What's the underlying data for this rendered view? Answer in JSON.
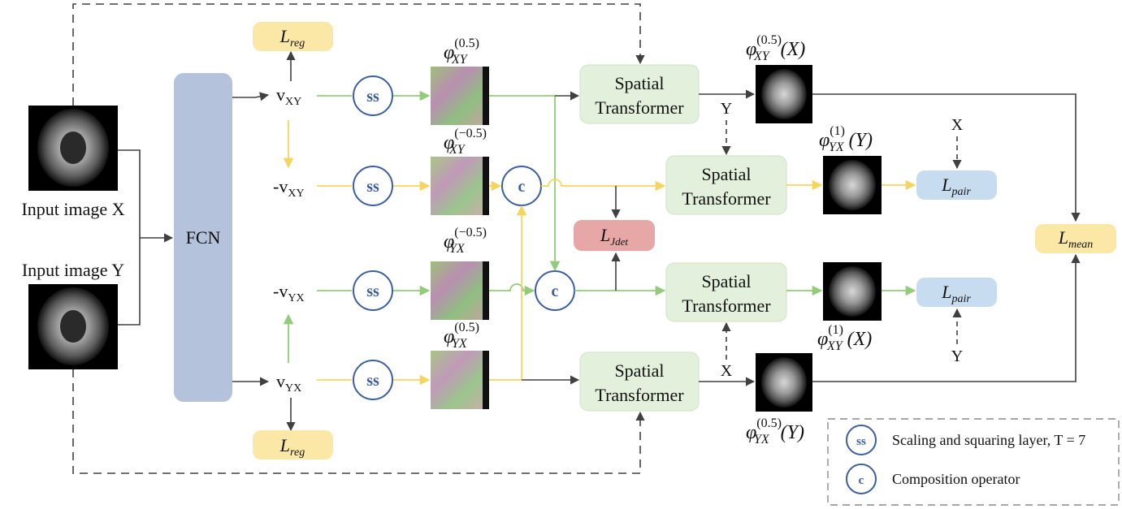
{
  "inputs": {
    "x_label": "Input image X",
    "y_label": "Input image Y"
  },
  "fcn_label": "FCN",
  "velocity": {
    "vxy": "v",
    "vxy_sub": "XY",
    "neg_vxy": "-v",
    "neg_vxy_sub": "XY",
    "neg_vyx": "-v",
    "neg_vyx_sub": "YX",
    "vyx": "v",
    "vyx_sub": "YX"
  },
  "ss_label": "ss",
  "c_label": "c",
  "losses": {
    "reg_top": "L",
    "reg_top_sub": "reg",
    "reg_bottom": "L",
    "reg_bottom_sub": "reg",
    "jdet": "L",
    "jdet_sub": "Jdet",
    "pair_top": "L",
    "pair_top_sub": "pair",
    "pair_bottom": "L",
    "pair_bottom_sub": "pair",
    "mean": "L",
    "mean_sub": "mean"
  },
  "phi": {
    "xy_pos": {
      "sym": "φ",
      "sup": "(0.5)",
      "sub": "XY"
    },
    "xy_neg": {
      "sym": "φ",
      "sup": "(−0.5)",
      "sub": "XY"
    },
    "yx_neg": {
      "sym": "φ",
      "sup": "(−0.5)",
      "sub": "YX"
    },
    "yx_pos": {
      "sym": "φ",
      "sup": "(0.5)",
      "sub": "YX"
    }
  },
  "outputs": {
    "xy_half_x": {
      "sym": "φ",
      "sup": "(0.5)",
      "sub": "XY",
      "arg": "(X)"
    },
    "yx_one_y": {
      "sym": "φ",
      "sup": "(1)",
      "sub": "YX",
      "arg": "(Y)"
    },
    "xy_one_x": {
      "sym": "φ",
      "sup": "(1)",
      "sub": "XY",
      "arg": "(X)"
    },
    "yx_half_y": {
      "sym": "φ",
      "sup": "(0.5)",
      "sub": "YX",
      "arg": "(Y)"
    }
  },
  "spatial_transformer": {
    "line1": "Spatial",
    "line2": "Transformer"
  },
  "side_inputs": {
    "y1": "Y",
    "x1": "X",
    "x2": "X",
    "y2": "Y",
    "x_top_pair": "X",
    "y_bottom_pair": "Y"
  },
  "legend": {
    "ss_desc": "Scaling and squaring layer, T = 7",
    "c_desc": "Composition operator"
  },
  "colors": {
    "gray_line": "#404040",
    "green_line": "#92cc7a",
    "yellow_line": "#f5d560",
    "fcn_fill": "#b4c2db",
    "st_fill": "#e3f0dc",
    "reg_fill": "#fbe7a6",
    "pair_fill": "#c8dcf0",
    "jdet_fill": "#e8a7a7",
    "circle_stroke": "#3b5ea0"
  }
}
